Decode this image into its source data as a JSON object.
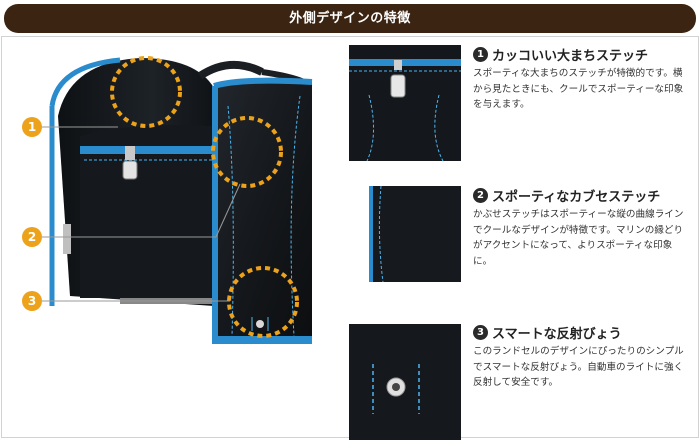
{
  "header": {
    "title": "外側デザインの特徴"
  },
  "callouts": [
    "1",
    "2",
    "3"
  ],
  "features": [
    {
      "num": "1",
      "title": "カッコいい大まちステッチ",
      "desc": "スポーティな大まちのステッチが特徴的です。横から見たときにも、クールでスポーティーな印象を与えます。"
    },
    {
      "num": "2",
      "title": "スポーティなカブセステッチ",
      "desc": "かぶせステッチはスポーティーな縦の曲線ラインでクールなデザインが特徴です。マリンの縁どりがアクセントになって、よりスポーティな印象に。"
    },
    {
      "num": "3",
      "title": "スマートな反射びょう",
      "desc": "このランドセルのデザインにぴったりのシンプルでスマートな反射びょう。自動車のライトに強く反射して安全です。"
    }
  ],
  "colors": {
    "header_bg": "#3c2412",
    "accent_orange": "#eda21b",
    "leather": "#16191d",
    "trim_blue": "#2a8ccc",
    "stitch": "#4db6f0"
  }
}
